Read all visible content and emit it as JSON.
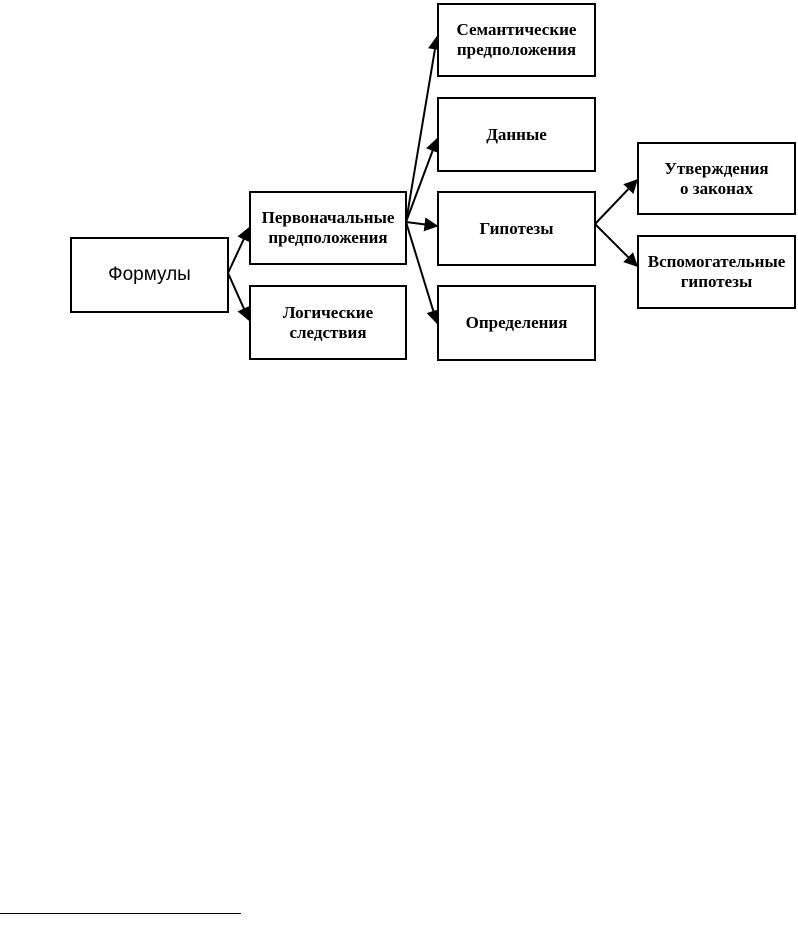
{
  "diagram": {
    "nodes": {
      "formulas": "Формулы",
      "initial_assumptions": "Первоначальные\nпредположения",
      "logical_consequences": "Логические\nследствия",
      "semantic_assumptions": "Семантические\nпредположения",
      "data": "Данные",
      "hypotheses": "Гипотезы",
      "definitions": "Определения",
      "law_statements": "Утверждения\nо законах",
      "auxiliary_hypotheses": "Вспомогательные\nгипотезы"
    },
    "edges": [
      [
        "formulas",
        "initial_assumptions"
      ],
      [
        "formulas",
        "logical_consequences"
      ],
      [
        "initial_assumptions",
        "semantic_assumptions"
      ],
      [
        "initial_assumptions",
        "data"
      ],
      [
        "initial_assumptions",
        "hypotheses"
      ],
      [
        "initial_assumptions",
        "definitions"
      ],
      [
        "hypotheses",
        "law_statements"
      ],
      [
        "hypotheses",
        "auxiliary_hypotheses"
      ]
    ]
  }
}
